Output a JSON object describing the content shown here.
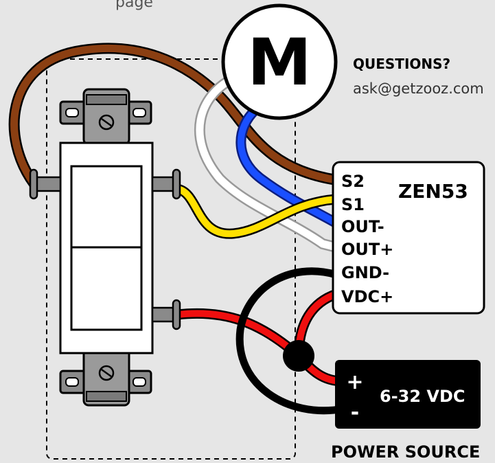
{
  "header": {
    "page_fragment": "page"
  },
  "motor": {
    "letter": "M"
  },
  "contact": {
    "title": "QUESTIONS?",
    "email": "ask@getzooz.com"
  },
  "module": {
    "name": "ZEN53",
    "terminals": [
      "S2",
      "S1",
      "OUT-",
      "OUT+",
      "GND-",
      "VDC+"
    ]
  },
  "power": {
    "plus": "+",
    "minus": "-",
    "voltage": "6-32 VDC",
    "caption": "POWER SOURCE"
  },
  "colors": {
    "brown": "#8b3f12",
    "white": "#ffffff",
    "blue": "#1a4fff",
    "yellow": "#ffe000",
    "red": "#ef0f0f",
    "black": "#000000"
  }
}
